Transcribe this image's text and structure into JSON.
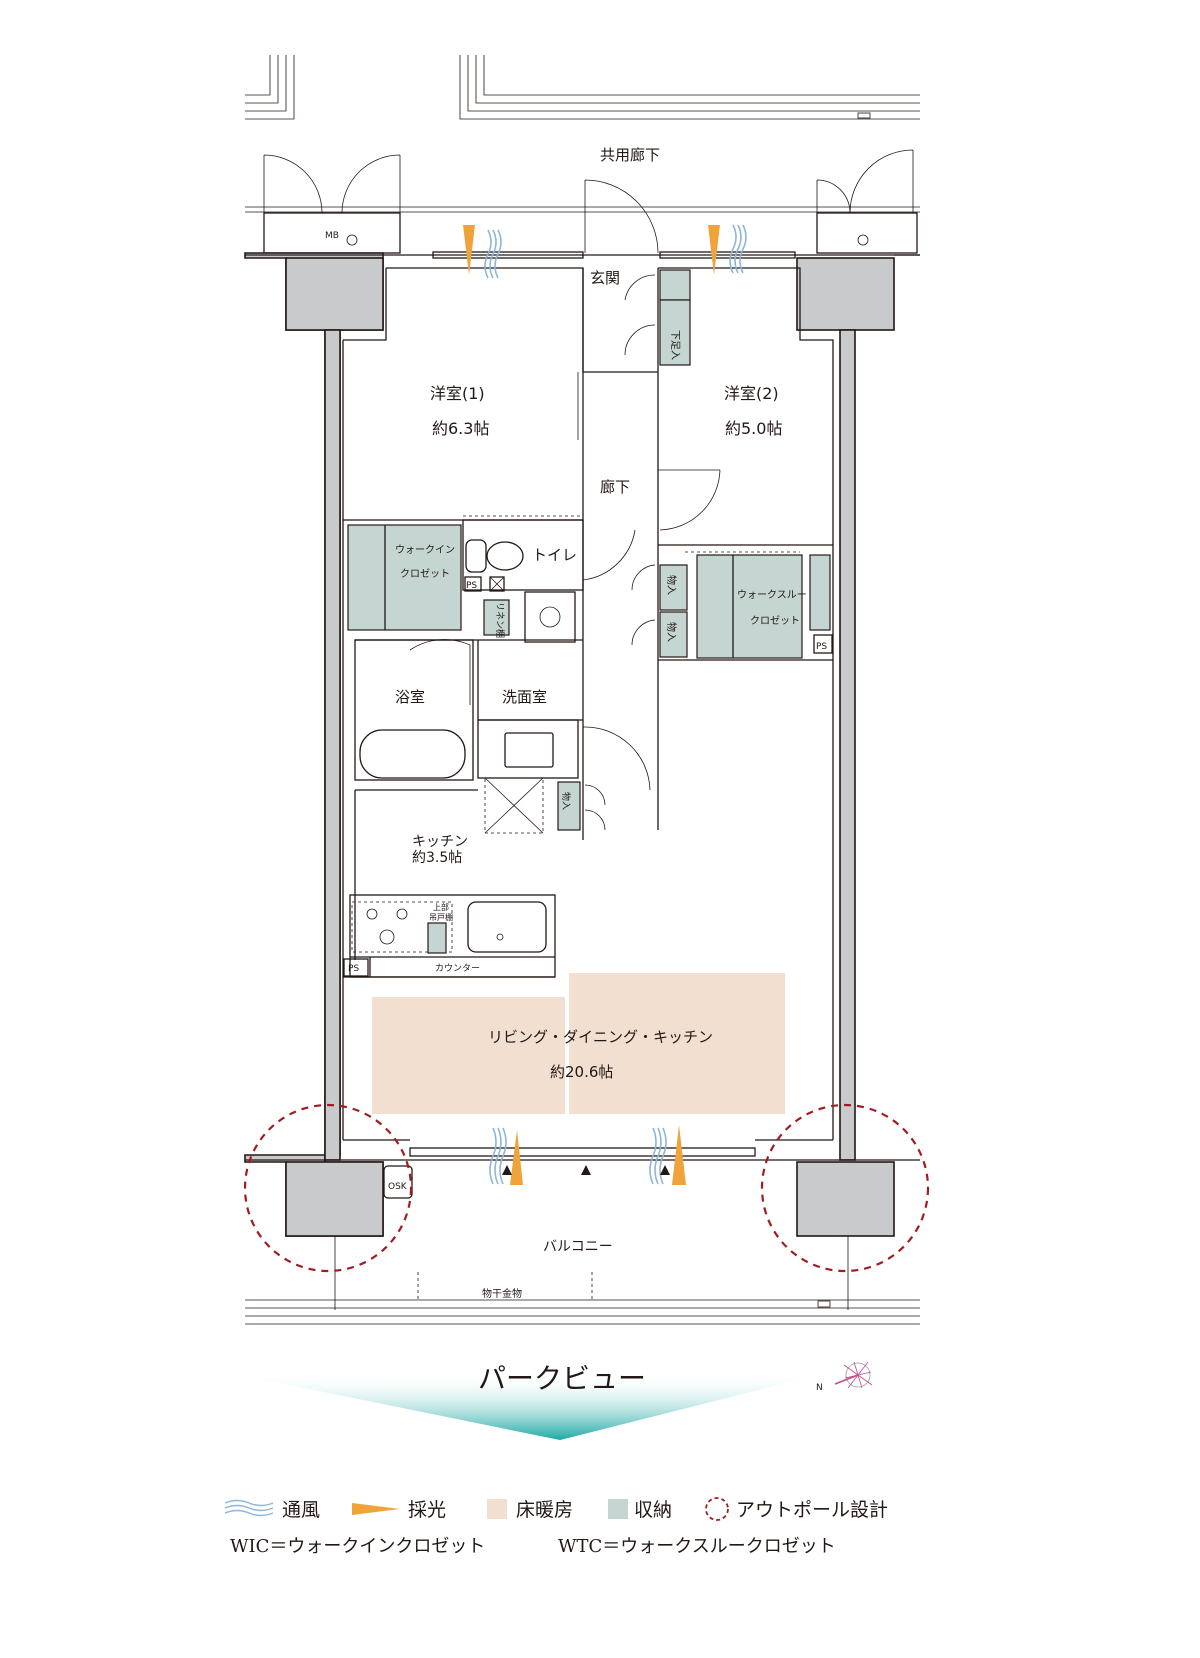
{
  "plan": {
    "corridor": "共用廊下",
    "entrance": "玄関",
    "shoe_storage": "下足入",
    "room1_name": "洋室(1)",
    "room1_size": "約6.3帖",
    "room2_name": "洋室(2)",
    "room2_size": "約5.0帖",
    "hallway": "廊下",
    "wic_line1": "ウォークイン",
    "wic_line2": "クロゼット",
    "toilet": "トイレ",
    "ps": "PS",
    "linen": "リネン棚",
    "storage_short": "物入",
    "wtc_line1": "ウォークスルー",
    "wtc_line2": "クロゼット",
    "bath": "浴室",
    "washroom": "洗面室",
    "kitchen_name": "キッチン",
    "kitchen_size": "約3.5帖",
    "upper_cabinet_1": "上部",
    "upper_cabinet_2": "吊戸棚",
    "counter": "カウンター",
    "ldk_name": "リビング・ダイニング・キッチン",
    "ldk_size": "約20.6帖",
    "mb": "MB",
    "osk": "OSK",
    "balcony": "バルコニー",
    "clothes_hanger": "物干金物"
  },
  "view_label": "パークビュー",
  "compass_letter": "N",
  "legend": {
    "ventilation": "通風",
    "daylight": "採光",
    "floor_heating": "床暖房",
    "storage": "収納",
    "outpole": "アウトポール設計",
    "abbrev_wic": "WIC＝ウォークインクロゼット",
    "abbrev_wtc": "WTC＝ウォークスルークロゼット"
  },
  "colors": {
    "storage": "#c5d6d2",
    "floor_heating": "#f2dfd0",
    "daylight": "#f0a33a",
    "ventilation": "#8fb6d9",
    "outpole": "#a11c20",
    "wall": "#c9cacb",
    "view_gradient_end": "#1aa8a3"
  }
}
